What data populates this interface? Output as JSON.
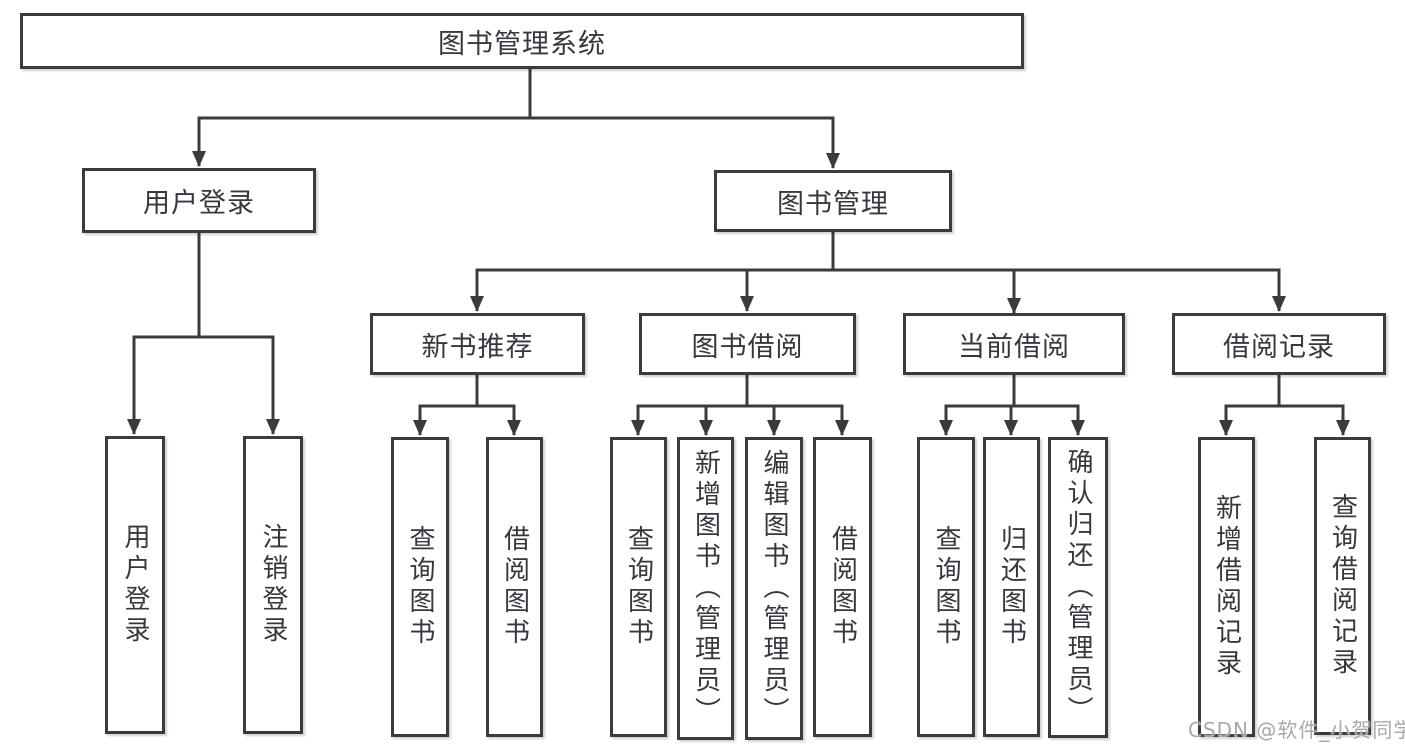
{
  "diagram_title": "图书管理系统",
  "nodes": {
    "root": "图书管理系统",
    "user_login": "用户登录",
    "book_management": "图书管理",
    "new_book_recommend": "新书推荐",
    "book_borrow": "图书借阅",
    "current_borrow": "当前借阅",
    "borrow_record": "借阅记录",
    "login": "用户登录",
    "logout": "注销登录",
    "nb_query_book": "查询图书",
    "nb_borrow_book": "借阅图书",
    "bb_query_book": "查询图书",
    "bb_add_book": "新增图书（管理员）",
    "bb_edit_book": "编辑图书（管理员）",
    "bb_borrow_book": "借阅图书",
    "cb_query_book": "查询图书",
    "cb_return_book": "归还图书",
    "cb_confirm_return": "确认归还（管理员）",
    "br_add_record": "新增借阅记录",
    "br_query_record": "查询借阅记录"
  },
  "watermark": "CSDN @软件_小贺同学",
  "colors": {
    "line": "#3b3b3b",
    "text": "#35383e",
    "background": "#ffffff",
    "watermark": "#a8a8a8"
  }
}
